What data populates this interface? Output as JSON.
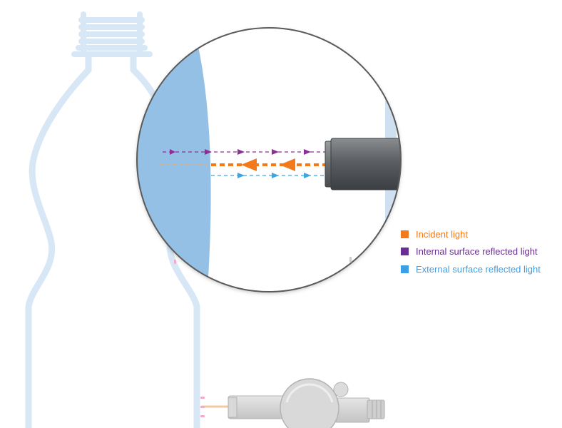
{
  "legend": {
    "items": [
      {
        "label": "Incident light",
        "color": "#f27a1a"
      },
      {
        "label": "Internal surface reflected light",
        "color": "#6a2d92"
      },
      {
        "label": "External surface reflected light",
        "color": "#3c9fe6"
      }
    ]
  },
  "colors": {
    "bottle_outline": "#d7e7f6",
    "water_wall": "#94c0e6",
    "incident": "#f27a1a",
    "internal_reflection": "#8e2f99",
    "external_reflection": "#3aa6e4",
    "probe_body": "#666a6e",
    "magnifier_border": "#5a5a5a"
  },
  "icons": {
    "sensor": "sensor-probe-icon",
    "magnifier": "magnifier-circle-icon",
    "bottle": "bottle-outline-icon"
  }
}
